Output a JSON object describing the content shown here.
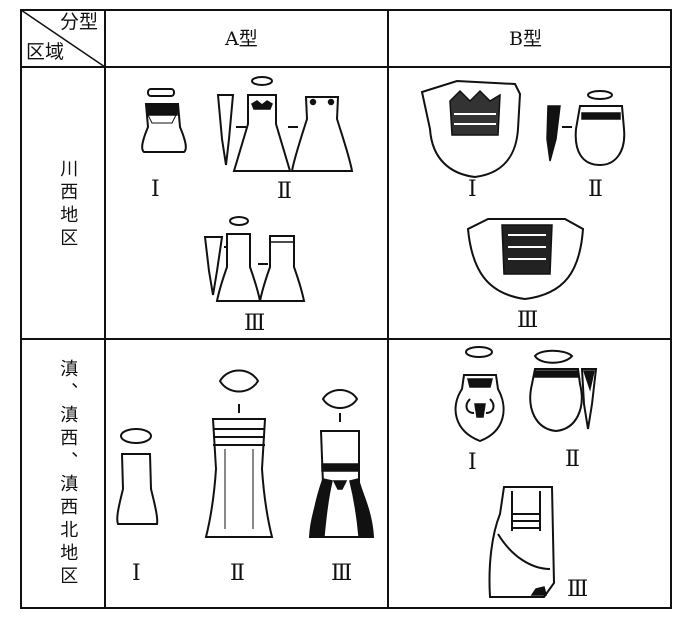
{
  "header": {
    "corner_top": "分型",
    "corner_bottom": "区域",
    "col_a": "A型",
    "col_b": "B型"
  },
  "rows": [
    {
      "region": "川西地区",
      "a_labels": [
        "Ⅰ",
        "Ⅱ",
        "Ⅲ"
      ],
      "b_labels": [
        "Ⅰ",
        "Ⅱ",
        "Ⅲ"
      ]
    },
    {
      "region": "滇、滇西、滇西北地区",
      "a_labels": [
        "Ⅰ",
        "Ⅱ",
        "Ⅲ"
      ],
      "b_labels": [
        "Ⅰ",
        "Ⅱ",
        "Ⅲ"
      ]
    }
  ]
}
